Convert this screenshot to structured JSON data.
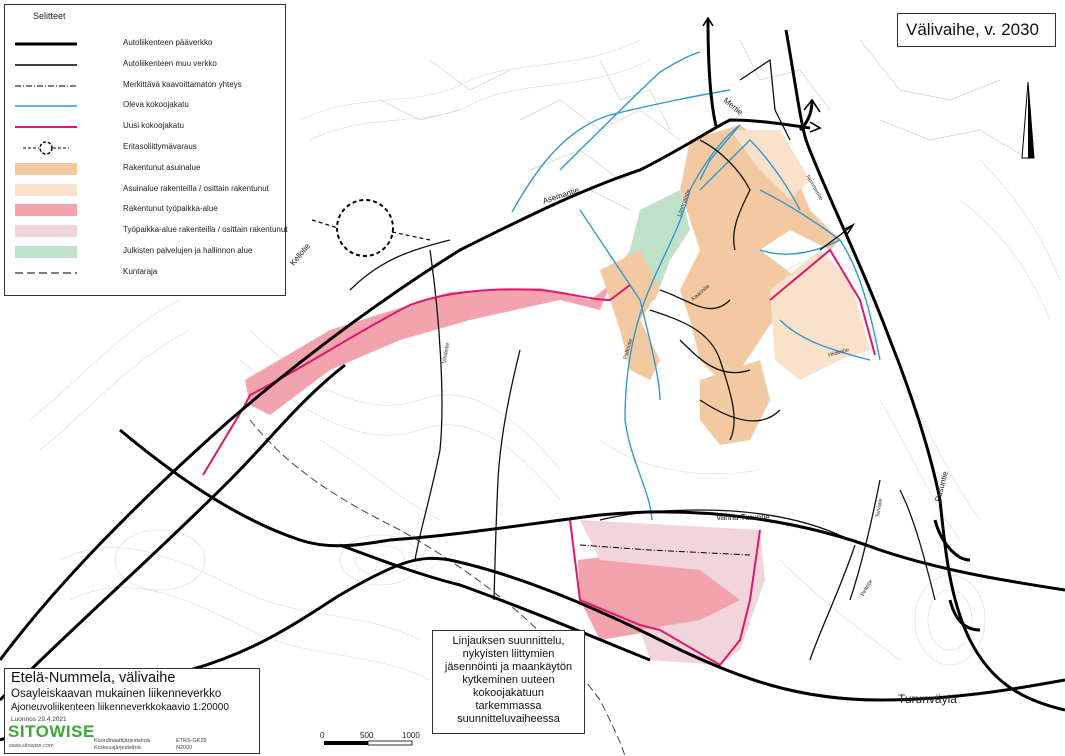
{
  "legend": {
    "title": "Selitteet",
    "items": [
      {
        "label": "Autoliikenteen pääverkko",
        "kind": "line",
        "color": "#000000",
        "width": 3,
        "dash": ""
      },
      {
        "label": "Autoliikenteen muu verkko",
        "kind": "line",
        "color": "#000000",
        "width": 1.5,
        "dash": ""
      },
      {
        "label": "Merkittävä kaavoittamaton yhteys",
        "kind": "line",
        "color": "#000000",
        "width": 1,
        "dash": "6,2,1,2"
      },
      {
        "label": "Oleva kokoojakatu",
        "kind": "line",
        "color": "#3399cc",
        "width": 1.5,
        "dash": ""
      },
      {
        "label": "Uusi kokoojakatu",
        "kind": "line",
        "color": "#e0166e",
        "width": 2,
        "dash": ""
      },
      {
        "label": "Eritasoliittymävaraus",
        "kind": "circle",
        "color": "#000000",
        "width": 1.5,
        "dash": "3,2"
      },
      {
        "label": "Rakentunut asuinalue",
        "kind": "fill",
        "color": "#f3c9a2"
      },
      {
        "label": "Asuinalue rakenteilla / osittain rakentunut",
        "kind": "fill",
        "color": "#f9e1ca"
      },
      {
        "label": "Rakentunut työpaikka-alue",
        "kind": "fill",
        "color": "#f3a3ad"
      },
      {
        "label": "Työpaikka-alue rakenteilla / osittain rakentunut",
        "kind": "fill",
        "color": "#f1d5db"
      },
      {
        "label": "Julkisten palvelujen ja hallinnon alue",
        "kind": "fill",
        "color": "#bfe0c9"
      },
      {
        "label": "Kuntaraja",
        "kind": "line",
        "color": "#000000",
        "width": 1,
        "dash": "8,4"
      }
    ]
  },
  "phase_label": "Välivaihe, v. 2030",
  "title_box": {
    "title": "Etelä-Nummela, välivaihe",
    "subtitle": "Osayleiskaavan mukainen liikenneverkko",
    "scale_line": "Ajoneuvoliikenteen liikenneverkkokaavio 1:20000",
    "date": "Luonnos 29.4.2021",
    "brand": "SITOWISE",
    "brand_url": "www.sitowise.com",
    "meta_labels": [
      "Koordinaattijärjestelmä",
      "Korkeusjärjestelmä"
    ],
    "meta_values": [
      "ETRS-GK25",
      "N2000"
    ]
  },
  "scale_bar": {
    "labels": [
      "0",
      "500",
      "1000"
    ]
  },
  "note_lines": [
    "Linjauksen suunnittelu,",
    "nykyisten liittymien",
    "jäsennöinti ja maankäytön",
    "kytkeminen uuteen",
    "kokoojakatuun",
    "tarkemmassa",
    "suunnitteluvaiheessa"
  ],
  "road_labels": {
    "asemantie": "Asemantie",
    "karjalohja": "Karjalohjantie",
    "kellotie": "Kellotie",
    "mertie": "Mertie",
    "vanha_turuntie": "Vanha Turuntie",
    "pusuntie": "Pusuntie",
    "turunvayla": "Turunväylä",
    "minor": [
      "Vihdintie",
      "Pellontie",
      "Lönnrotintie",
      "Kaarintie",
      "Hiidentie",
      "Tervatie",
      "Peltotie",
      "Nummentie"
    ]
  },
  "colors": {
    "major": "#000000",
    "existing_collector": "#3399cc",
    "new_collector": "#e0166e",
    "residential_built": "#f3c9a2",
    "residential_partial": "#f9e1ca",
    "work_built": "#f3a3ad",
    "work_partial": "#f1d5db",
    "public": "#bfe0c9"
  }
}
